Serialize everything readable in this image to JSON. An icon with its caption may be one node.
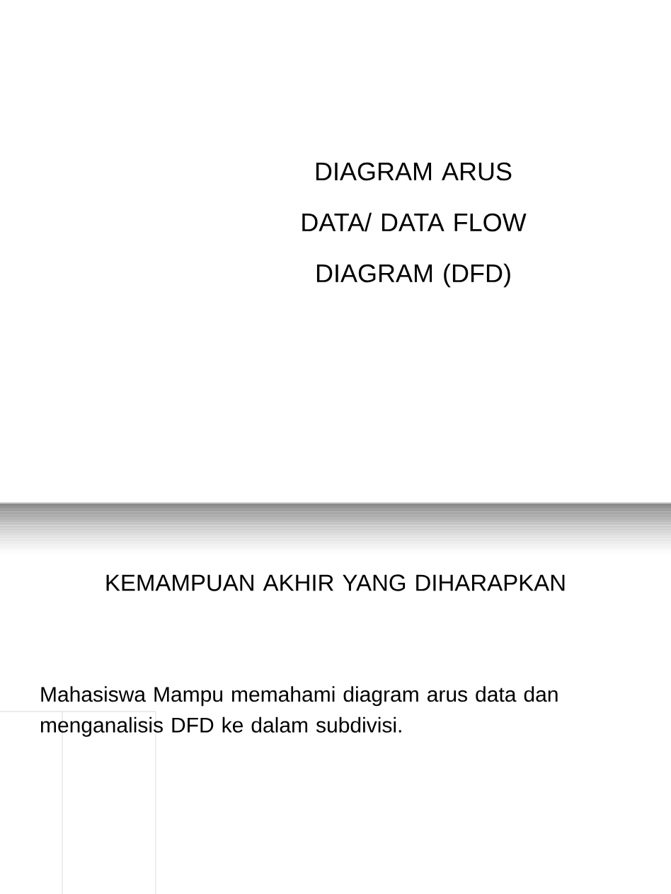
{
  "diagram": {
    "title": "DIAGRAM ARUS DATA/ DATA FLOW DIAGRAM (DFD)",
    "labels": [
      "KEMAMPUAN AKHIR YANG DIHARAPKAN",
      "Mahasiswa Mampu memahami diagram arus data dan menganalisis DFD ke dalam subdivisi."
    ]
  }
}
